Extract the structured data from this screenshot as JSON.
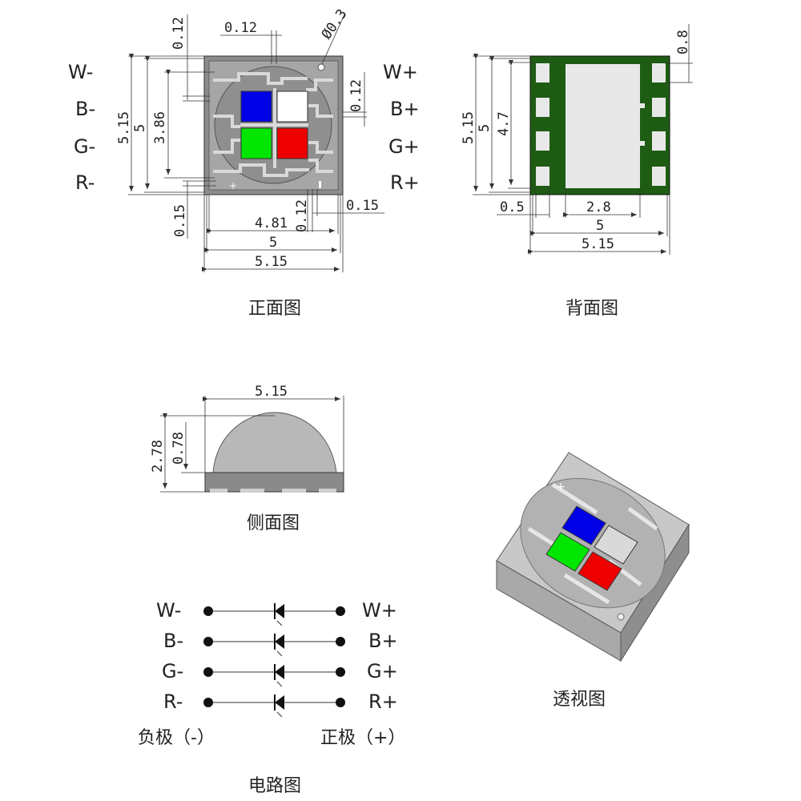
{
  "views": {
    "front": {
      "caption": "正面图",
      "pins_left": [
        "W-",
        "B-",
        "G-",
        "R-"
      ],
      "pins_right": [
        "W+",
        "B+",
        "G+",
        "R+"
      ],
      "dims": {
        "d012_top": "0.12",
        "d012_top2": "0.12",
        "phi03": "Ø0.3",
        "d012_right": "0.12",
        "d515_v": "5.15",
        "d5_v": "5",
        "d386_v": "3.86",
        "d015_left": "0.15",
        "d012_bottom": "0.12",
        "d015_bottom": "0.15",
        "d481": "4.81",
        "d5_h": "5",
        "d515_h": "5.15"
      },
      "chip_colors": {
        "blue": "#0000e6",
        "white": "#ffffff",
        "green": "#00e600",
        "red": "#ee0000"
      }
    },
    "back": {
      "caption": "背面图",
      "dims": {
        "d08": "0.8",
        "d515_v": "5.15",
        "d5_v": "5",
        "d47_v": "4.7",
        "d05": "0.5",
        "d28": "2.8",
        "d5_h": "5",
        "d515_h": "5.15"
      },
      "board_color": "#1e5c14",
      "pad_color": "#e8e8e8"
    },
    "side": {
      "caption": "侧面图",
      "dims": {
        "d515": "5.15",
        "d278": "2.78",
        "d078": "0.78"
      }
    },
    "perspective": {
      "caption": "透视图"
    },
    "circuit": {
      "caption": "电路图",
      "rows_left": [
        "W-",
        "B-",
        "G-",
        "R-"
      ],
      "rows_right": [
        "W+",
        "B+",
        "G+",
        "R+"
      ],
      "neg_label": "负极（-）",
      "pos_label": "正极（+）"
    }
  }
}
